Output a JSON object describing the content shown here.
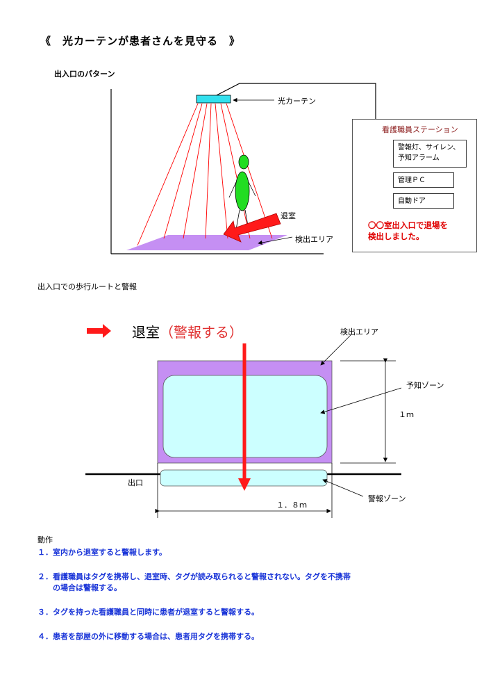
{
  "title": "《　光カーテンが患者さんを見守る　》",
  "pattern_heading": "出入口のパターン",
  "top_diagram": {
    "light_curtain_label": "光カーテン",
    "exit_label": "退室",
    "detect_area_label": "検出エリア"
  },
  "station": {
    "title": "看護職員ステーション",
    "items": [
      "警報灯、サイレン、",
      "予知アラーム",
      "管理ＰＣ",
      "自動ドア"
    ],
    "alert_line1": "〇〇室出入口で退場を",
    "alert_line2": "検出しました。"
  },
  "route_heading": "出入口での歩行ルートと警報",
  "bottom_diagram": {
    "exit_main": "退室",
    "exit_warn": "（警報する）",
    "detect_area_label": "検出エリア",
    "predict_zone_label": "予知ゾーン",
    "height_label": "１ｍ",
    "exit_label": "出口",
    "alarm_zone_label": "警報ゾーン",
    "width_label": "１．８ｍ"
  },
  "actions": {
    "heading": "動作",
    "items": [
      "１．室内から退室すると警報します。",
      "２．看護職員はタグを携帯し、退室時、タグが読み取られると警報されない。タグを不携帯",
      "　　の場合は警報する。",
      "３．タグを持った看護職員と同時に患者が退室すると警報する。",
      "４．患者を部屋の外に移動する場合は、患者用タグを携帯する。"
    ]
  },
  "colors": {
    "beam": "#ff0000",
    "curtain": "#33e0ee",
    "floor_area": "#c58ff3",
    "person": "#22dd22",
    "arrow": "#ff1a1a",
    "predict_zone": "#ccffff",
    "alert_text": "#e00000",
    "action_text": "#1a35d8"
  }
}
